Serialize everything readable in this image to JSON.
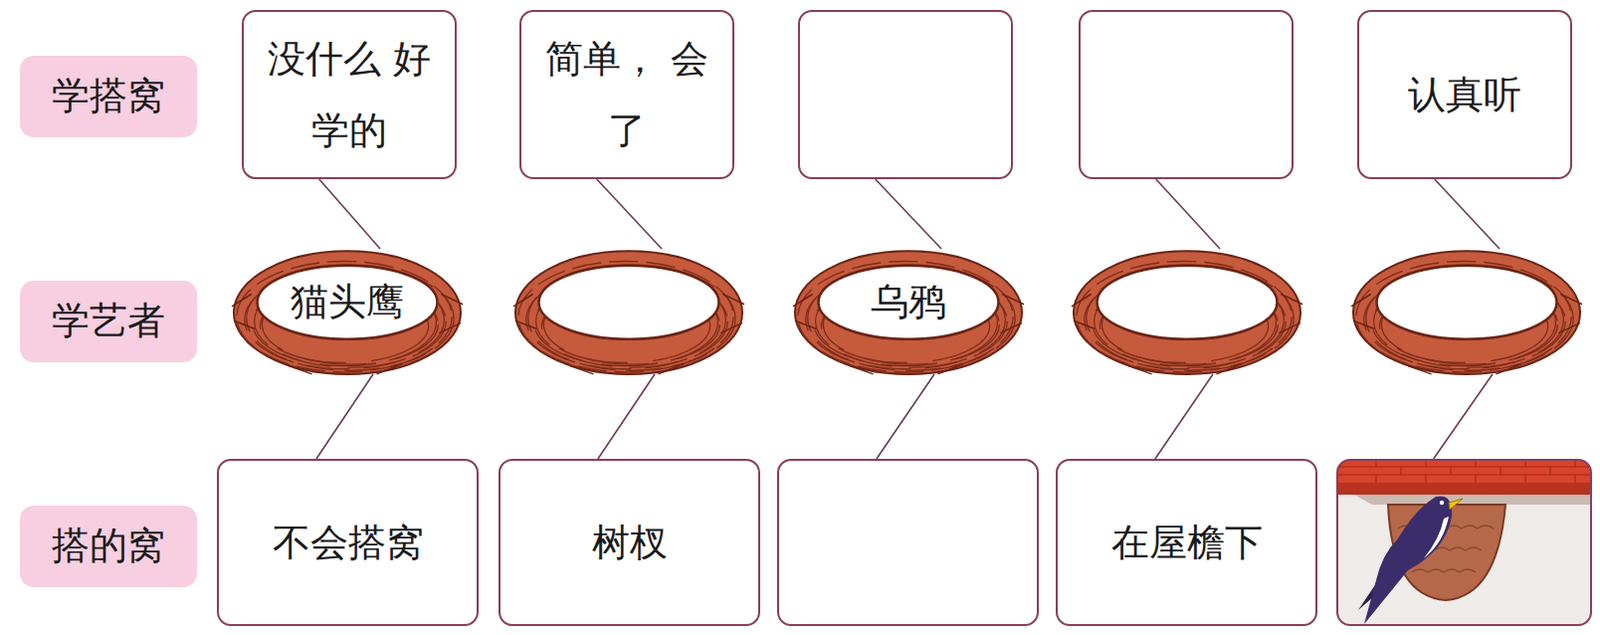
{
  "diagram": {
    "nodes": [
      {
        "text": [
          "学搭窝"
        ]
      },
      {
        "text": [
          "没什么 好学的"
        ]
      },
      {
        "text": [
          "简单， 会了"
        ]
      },
      {
        "text": []
      },
      {
        "text": []
      },
      {
        "text": [
          "认真听"
        ]
      },
      {
        "text": [
          "学艺者"
        ]
      },
      {
        "text": [
          "猫头鹰"
        ]
      },
      {
        "text": []
      },
      {
        "text": [
          "乌鸦"
        ]
      },
      {
        "text": []
      },
      {
        "text": []
      },
      {
        "text": [
          "搭的窝"
        ]
      },
      {
        "text": [
          "不会搭窝"
        ]
      },
      {
        "text": [
          "树杈"
        ]
      },
      {
        "text": []
      },
      {
        "text": [
          "在屋檐下"
        ]
      },
      {
        "text": []
      }
    ],
    "edges": [
      {
        "from": 1,
        "to": 7,
        "arrow": "none"
      },
      {
        "from": 7,
        "to": 13,
        "arrow": "none"
      },
      {
        "from": 2,
        "to": 8,
        "arrow": "none"
      },
      {
        "from": 8,
        "to": 14,
        "arrow": "none"
      },
      {
        "from": 3,
        "to": 9,
        "arrow": "none"
      },
      {
        "from": 9,
        "to": 15,
        "arrow": "none"
      },
      {
        "from": 4,
        "to": 10,
        "arrow": "none"
      },
      {
        "from": 10,
        "to": 16,
        "arrow": "none"
      },
      {
        "from": 5,
        "to": 11,
        "arrow": "none"
      },
      {
        "from": 11,
        "to": 17,
        "arrow": "none"
      }
    ]
  }
}
